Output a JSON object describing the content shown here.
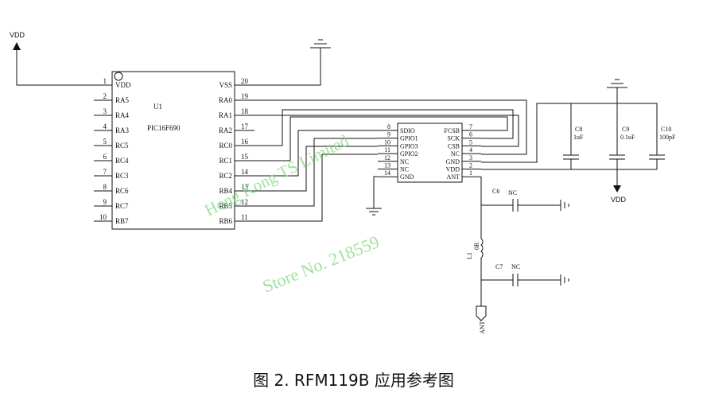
{
  "caption": "图 2. RFM119B 应用参考图",
  "power": {
    "vdd_top": "VDD",
    "vdd_cap": "VDD"
  },
  "u1": {
    "ref": "U1",
    "part": "PIC16F690",
    "left_pins": [
      {
        "num": "1",
        "name": "VDD"
      },
      {
        "num": "2",
        "name": "RA5"
      },
      {
        "num": "3",
        "name": "RA4"
      },
      {
        "num": "4",
        "name": "RA3"
      },
      {
        "num": "5",
        "name": "RC5"
      },
      {
        "num": "6",
        "name": "RC4"
      },
      {
        "num": "7",
        "name": "RC3"
      },
      {
        "num": "8",
        "name": "RC6"
      },
      {
        "num": "9",
        "name": "RC7"
      },
      {
        "num": "10",
        "name": "RB7"
      }
    ],
    "right_pins": [
      {
        "num": "20",
        "name": "VSS"
      },
      {
        "num": "19",
        "name": "RA0"
      },
      {
        "num": "18",
        "name": "RA1"
      },
      {
        "num": "17",
        "name": "RA2"
      },
      {
        "num": "16",
        "name": "RC0"
      },
      {
        "num": "15",
        "name": "RC1"
      },
      {
        "num": "14",
        "name": "RC2"
      },
      {
        "num": "13",
        "name": "RB4"
      },
      {
        "num": "12",
        "name": "RB5"
      },
      {
        "num": "11",
        "name": "RB6"
      }
    ]
  },
  "rfm": {
    "left_pins": [
      {
        "num": "8",
        "name": "SDIO"
      },
      {
        "num": "9",
        "name": "GPIO1"
      },
      {
        "num": "10",
        "name": "GPIO3"
      },
      {
        "num": "11",
        "name": "GPIO2"
      },
      {
        "num": "12",
        "name": "NC"
      },
      {
        "num": "13",
        "name": "NC"
      },
      {
        "num": "14",
        "name": "GND"
      }
    ],
    "right_pins": [
      {
        "num": "7",
        "name": "FCSB"
      },
      {
        "num": "6",
        "name": "SCK"
      },
      {
        "num": "5",
        "name": "CSB"
      },
      {
        "num": "4",
        "name": "NC"
      },
      {
        "num": "3",
        "name": "GND"
      },
      {
        "num": "2",
        "name": "VDD"
      },
      {
        "num": "1",
        "name": "ANT"
      }
    ]
  },
  "caps": [
    {
      "ref": "C8",
      "value": "1uF"
    },
    {
      "ref": "C9",
      "value": "0.1uF"
    },
    {
      "ref": "C10",
      "value": "100pF"
    }
  ],
  "rf": {
    "c6_ref": "C6",
    "c6_value": "NC",
    "c7_ref": "C7",
    "c7_value": "NC",
    "l1_ref": "L1",
    "l1_value": "0R",
    "ant_label": "ANT"
  },
  "watermark": {
    "line1": "Hong Kong TS Limited",
    "line2": "Store No. 218559"
  }
}
